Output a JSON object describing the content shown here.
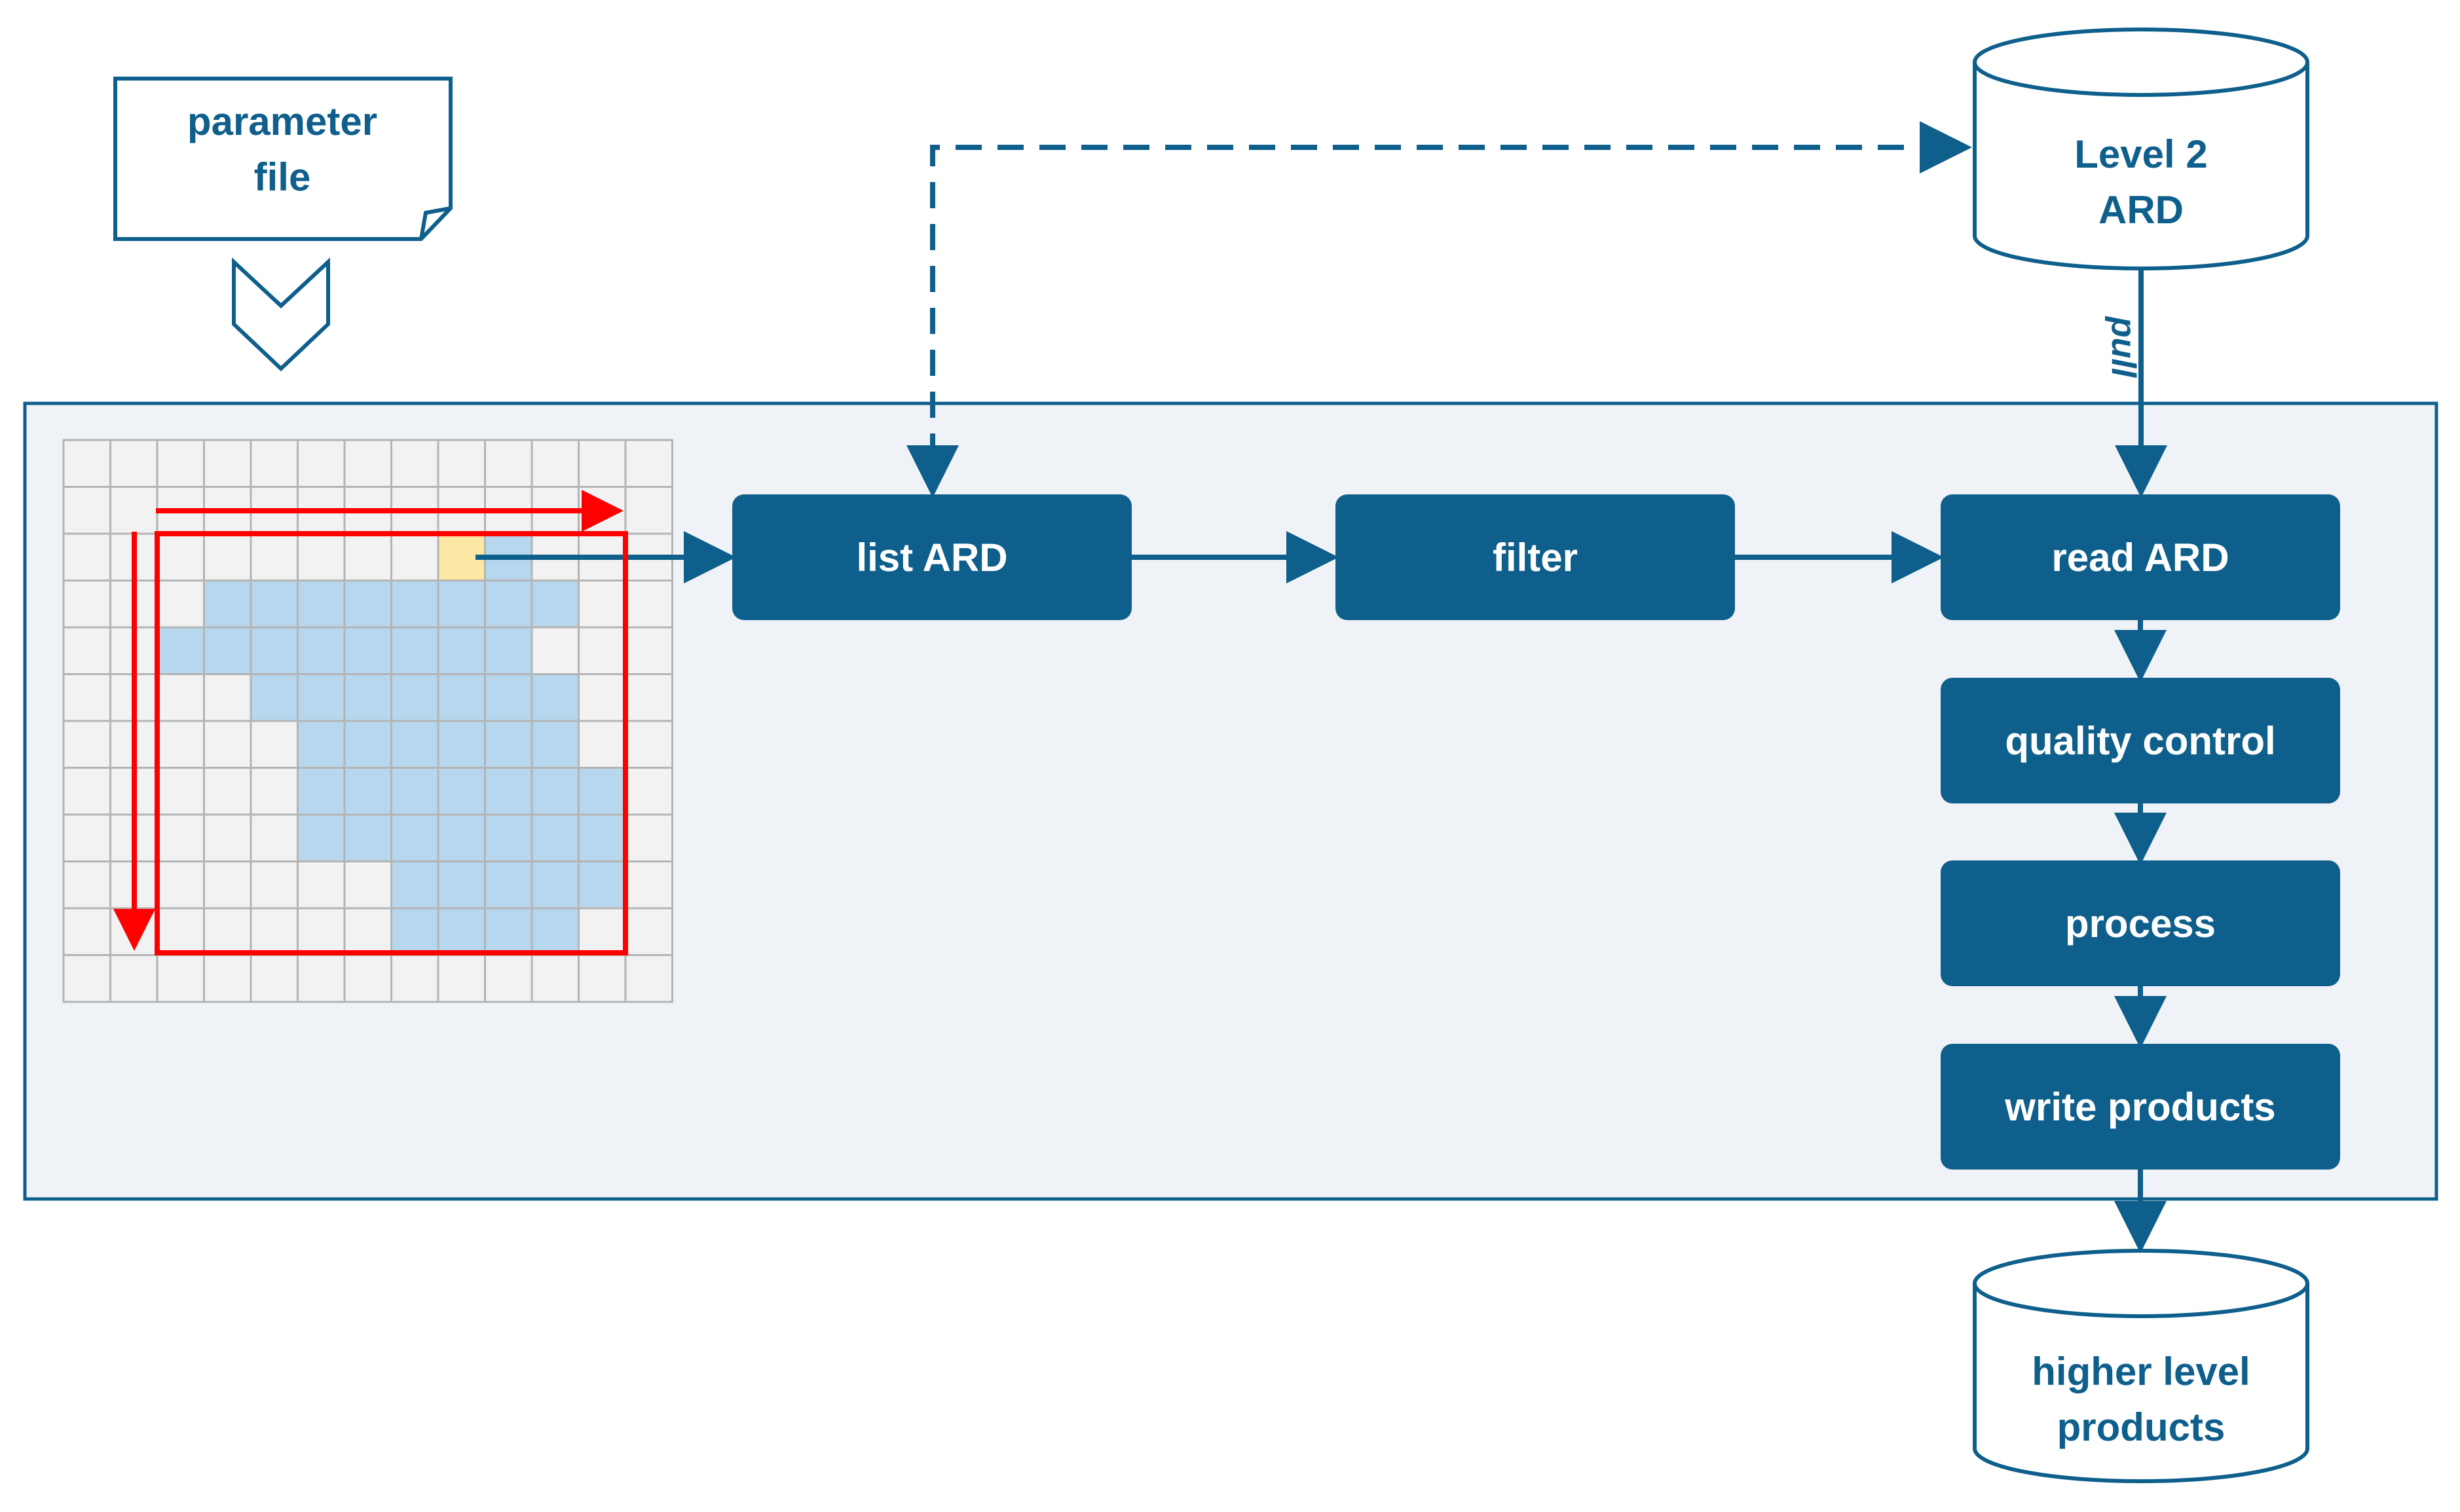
{
  "colors": {
    "primary": "#0f5f8c",
    "panel_fill": "#eff3f7",
    "grid_fill": "#f2f2f2",
    "grid_line": "#b4b4b4",
    "cell_blue": "#b6d7ee",
    "cell_yellow": "#fde7a4",
    "red": "#ff0000",
    "white": "#ffffff"
  },
  "parameter_file": {
    "line1": "parameter",
    "line2": "file"
  },
  "level2_db": {
    "line1": "Level 2",
    "line2": "ARD"
  },
  "output_db": {
    "line1": "higher level",
    "line2": "products"
  },
  "pull_label": "pull",
  "steps": {
    "list": "list ARD",
    "filter": "filter",
    "read": "read ARD",
    "quality": "quality control",
    "process": "process",
    "write": "write products"
  },
  "tile_grid": {
    "rows": 12,
    "cols": 13,
    "highlight_cell": [
      2,
      8
    ],
    "blue_cells": [
      [
        2,
        9
      ],
      [
        3,
        3
      ],
      [
        3,
        4
      ],
      [
        3,
        5
      ],
      [
        3,
        6
      ],
      [
        3,
        7
      ],
      [
        3,
        8
      ],
      [
        3,
        9
      ],
      [
        3,
        10
      ],
      [
        4,
        2
      ],
      [
        4,
        3
      ],
      [
        4,
        4
      ],
      [
        4,
        5
      ],
      [
        4,
        6
      ],
      [
        4,
        7
      ],
      [
        4,
        8
      ],
      [
        4,
        9
      ],
      [
        5,
        4
      ],
      [
        5,
        5
      ],
      [
        5,
        6
      ],
      [
        5,
        7
      ],
      [
        5,
        8
      ],
      [
        5,
        9
      ],
      [
        5,
        10
      ],
      [
        6,
        5
      ],
      [
        6,
        6
      ],
      [
        6,
        7
      ],
      [
        6,
        8
      ],
      [
        6,
        9
      ],
      [
        6,
        10
      ],
      [
        7,
        5
      ],
      [
        7,
        6
      ],
      [
        7,
        7
      ],
      [
        7,
        8
      ],
      [
        7,
        9
      ],
      [
        7,
        10
      ],
      [
        7,
        11
      ],
      [
        8,
        5
      ],
      [
        8,
        6
      ],
      [
        8,
        7
      ],
      [
        8,
        8
      ],
      [
        8,
        9
      ],
      [
        8,
        10
      ],
      [
        8,
        11
      ],
      [
        9,
        7
      ],
      [
        9,
        8
      ],
      [
        9,
        9
      ],
      [
        9,
        10
      ],
      [
        9,
        11
      ],
      [
        10,
        7
      ],
      [
        10,
        8
      ],
      [
        10,
        9
      ],
      [
        10,
        10
      ]
    ]
  }
}
